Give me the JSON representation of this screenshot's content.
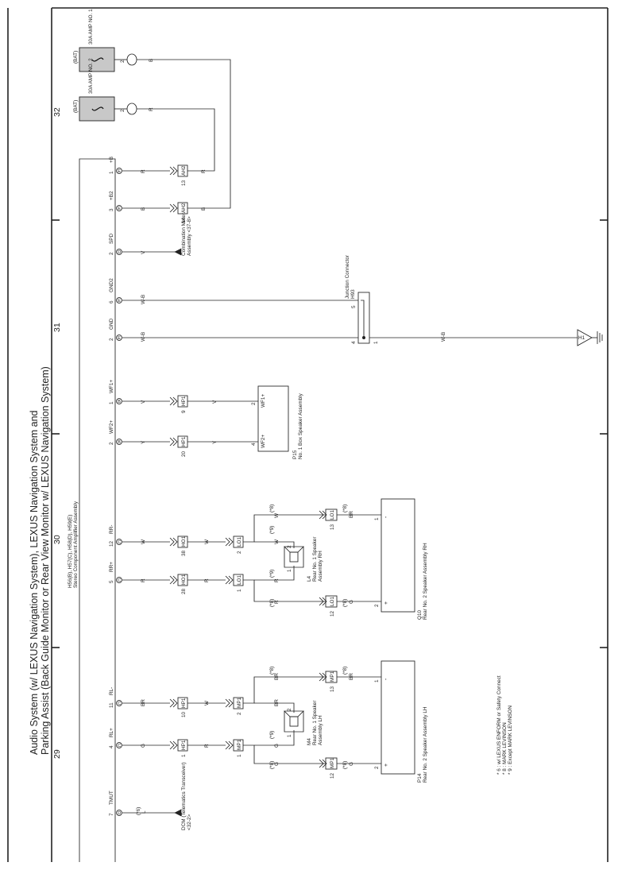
{
  "title": {
    "line1": "Audio System (w/ LEXUS Navigation System), LEXUS Navigation System and",
    "line2": "Parking Assist (Back Guide Monitor or Rear View Monitor w/ LEXUS Navigation System)"
  },
  "page_numbers": [
    "29",
    "30",
    "31",
    "32"
  ],
  "amplifier": {
    "codes": "H56(B), H57(C), H58(D), H59(E)",
    "name": "Stereo Component Amplifier Assembly"
  },
  "pins": {
    "b": {
      "label": "+B",
      "num": "1",
      "letter": "E",
      "wire": "R"
    },
    "b2": {
      "label": "+B2",
      "num": "3",
      "letter": "E",
      "wire": "B"
    },
    "spd": {
      "label": "SPD",
      "num": "2",
      "letter": "D",
      "wire": "V"
    },
    "gnd2": {
      "label": "GND2",
      "num": "6",
      "letter": "E",
      "wire": "W-B"
    },
    "gnd": {
      "label": "GND",
      "num": "2",
      "letter": "E",
      "wire": "W-B"
    },
    "wf1": {
      "label": "WF1+",
      "num": "1",
      "letter": "B",
      "wire": "V"
    },
    "wf2": {
      "label": "WF2+",
      "num": "2",
      "letter": "B",
      "wire": "Y"
    },
    "rrm": {
      "label": "RR-",
      "num": "12",
      "letter": "C",
      "wire": "W"
    },
    "rrp": {
      "label": "RR+",
      "num": "5",
      "letter": "C",
      "wire": "R"
    },
    "rlm": {
      "label": "RL-",
      "num": "11",
      "letter": "C",
      "wire": "BR"
    },
    "rlp": {
      "label": "RL+",
      "num": "4",
      "letter": "C",
      "wire": "G"
    },
    "tmut": {
      "label": "TMUT",
      "num": "7",
      "letter": "D",
      "wire": "L",
      "variant": "(*6)"
    }
  },
  "fuses": {
    "amp1": {
      "label": "30A AMP NO. 1",
      "source": "(BAT)",
      "pin": "2",
      "wire": "B"
    },
    "amp2": {
      "label": "30A AMP NO. 2",
      "source": "(BAT)",
      "pin": "2",
      "wire": "R"
    }
  },
  "connectors": {
    "ah2_b": {
      "id": "AH2",
      "pin": "13",
      "wire": "R"
    },
    "ah2_b2": {
      "id": "AH2",
      "pin": "14",
      "wire": "B"
    },
    "hp1_wf1": {
      "id": "HP1",
      "pin": "9",
      "wire": "V"
    },
    "hp1_wf2": {
      "id": "HP1",
      "pin": "20",
      "wire": "Y"
    },
    "ho1_rrm": {
      "id": "HO1",
      "pin": "38",
      "wire": "W"
    },
    "ho1_rrp": {
      "id": "HO1",
      "pin": "28",
      "wire": "R"
    },
    "lo1_rrm": {
      "id": "LO1",
      "pin": "2",
      "wire": "W"
    },
    "lo1_rrp": {
      "id": "LO1",
      "pin": "1",
      "wire": "R"
    },
    "lo1_q13": {
      "id": "LO1",
      "pin": "13",
      "wire": "BR",
      "variant": "(*8)"
    },
    "lo1_q12": {
      "id": "LO1",
      "pin": "12",
      "wire": "G",
      "variant": "(*8)"
    },
    "hp1_rlm": {
      "id": "HP1",
      "pin": "10",
      "wire": "W"
    },
    "hp1_rlp": {
      "id": "HP1",
      "pin": "1",
      "wire": "R"
    },
    "mp1_rlm": {
      "id": "MP1",
      "pin": "2",
      "wire": "BR"
    },
    "mp1_rlp": {
      "id": "MP1",
      "pin": "1",
      "wire": "G"
    },
    "mp1_p13": {
      "id": "MP1",
      "pin": "13",
      "wire": "BR",
      "variant": "(*8)"
    },
    "mp1_p12": {
      "id": "MP1",
      "pin": "12",
      "wire": "G",
      "variant": "(*8)"
    }
  },
  "variants": {
    "v8": "(*8)",
    "v9": "(*9)"
  },
  "speed_dest": {
    "line1": "Combination Meter",
    "line2": "Assembly <37-8>"
  },
  "dcm_dest": {
    "line1": "DCM (Telematics Transceiver)",
    "line2": "<32-2>"
  },
  "junction": {
    "id": "H93",
    "name": "Junction Connector",
    "pin_top": "5",
    "pin_mid": "4",
    "pin_out": "1",
    "wire_out": "W-B"
  },
  "ground": {
    "id": "H1"
  },
  "p15": {
    "id": "P15",
    "name": "No. 1 Box Speaker Assembly",
    "pin1": "2",
    "pin1_label": "WF1+",
    "pin2": "4",
    "pin2_label": "WF2+"
  },
  "l4": {
    "id": "L4",
    "name1": "Rear No. 1 Speaker",
    "name2": "Assembly RH",
    "pin_top": "2",
    "pin_bot": "1",
    "wire_top": "W",
    "wire_bot": "R"
  },
  "m4": {
    "id": "M4",
    "name1": "Rear No. 1 Speaker",
    "name2": "Assembly LH",
    "pin_top": "2",
    "pin_bot": "1",
    "wire_top": "BR",
    "wire_bot": "G"
  },
  "q10": {
    "id": "Q10",
    "name": "Rear No. 2 Speaker Assembly RH",
    "pin_minus": "1",
    "pin_plus": "2",
    "mark_minus": "-",
    "mark_plus": "+",
    "wire_minus": "BR",
    "wire_plus": "G"
  },
  "p14": {
    "id": "P14",
    "name": "Rear No. 2 Speaker Assembly LH",
    "pin_minus": "1",
    "pin_plus": "2",
    "mark_minus": "-",
    "mark_plus": "+",
    "wire_minus": "BR",
    "wire_plus": "G"
  },
  "notes": [
    "* 6 : w/ LEXUS ENFORM or Safety Connect",
    "* 8 : MARK LEVINSON",
    "* 9 : Except MARK LEVINSON"
  ]
}
